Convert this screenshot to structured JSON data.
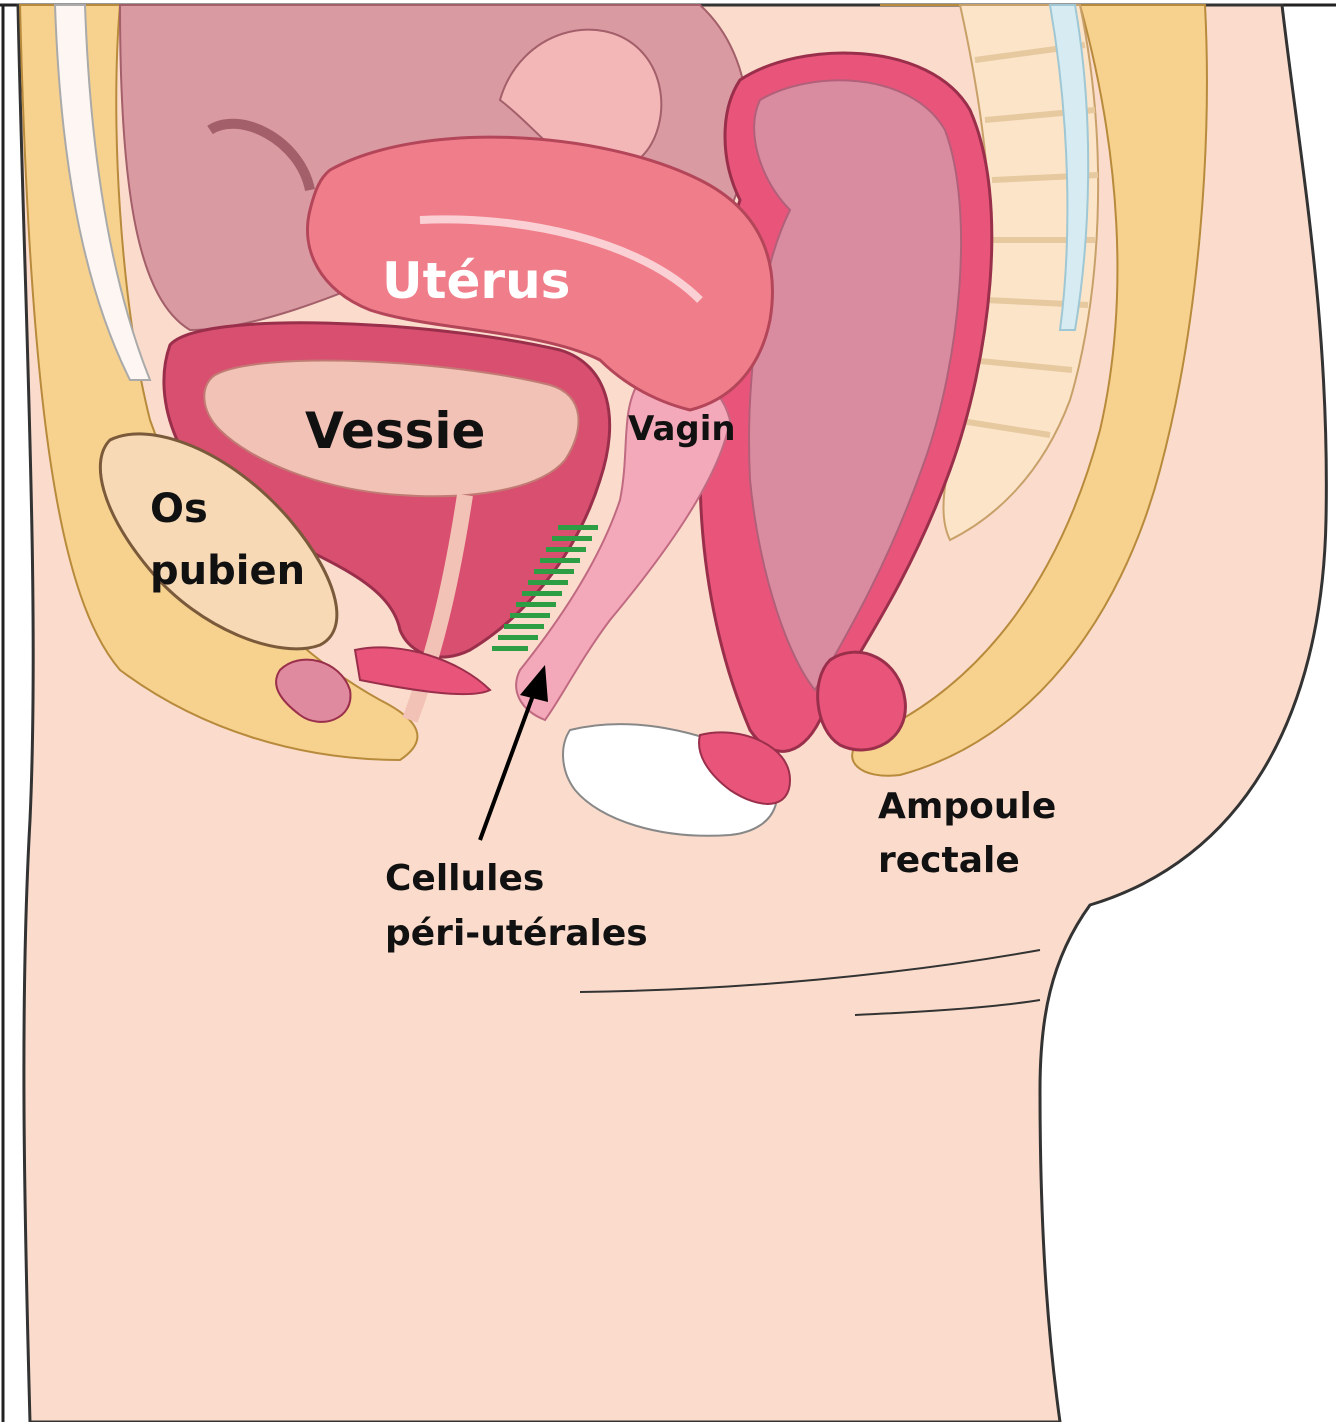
{
  "diagram": {
    "labels": {
      "uterus": "Utérus",
      "bladder": "Vessie",
      "vagina": "Vagin",
      "pubic_bone_line1": "Os",
      "pubic_bone_line2": "pubien",
      "periuterine_cells_line1": "Cellules",
      "periuterine_cells_line2": "péri-utérales",
      "rectal_ampulla_line1": "Ampoule",
      "rectal_ampulla_line2": "rectale"
    },
    "colors": {
      "skin": "#fbdccc",
      "fat": "#f6d28e",
      "bone": "#f7d9b6",
      "uterus": "#f07d8a",
      "bladder_wall": "#d84f6f",
      "bladder_lumen": "#f2c2b6",
      "rectum": "#e9557a",
      "rectum_inner": "#d98ba0",
      "vagina": "#f3a9ba",
      "highlight_marker": "#2e9e45",
      "intestine": "#d99aa2"
    }
  }
}
